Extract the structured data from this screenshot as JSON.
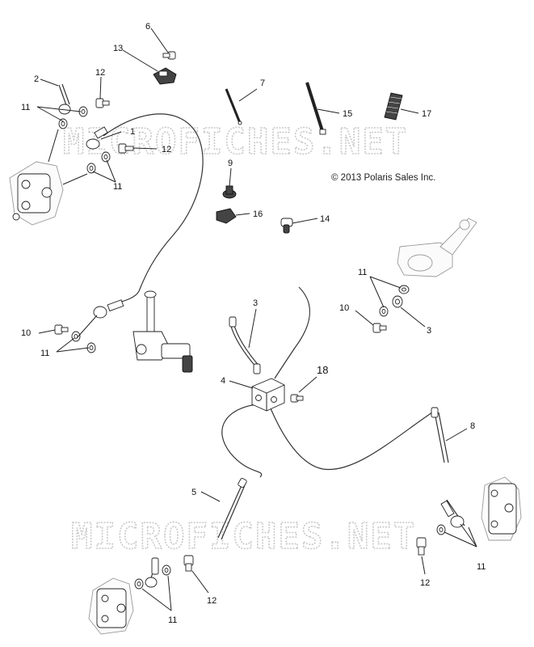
{
  "watermark": {
    "top": "MICROFICHES.NET",
    "bottom": "MICROFICHES.NET"
  },
  "copyright": "© 2013 Polaris Sales Inc.",
  "callouts": {
    "c1": "1",
    "c2": "2",
    "c3a": "3",
    "c3b": "3",
    "c4": "4",
    "c5": "5",
    "c6": "6",
    "c7": "7",
    "c8": "8",
    "c9": "9",
    "c10a": "10",
    "c10b": "10",
    "c11a": "11",
    "c11b": "11",
    "c11c": "11",
    "c11d": "11",
    "c11e": "11",
    "c11f": "11",
    "c12a": "12",
    "c12b": "12",
    "c12c": "12",
    "c12d": "12",
    "c13": "13",
    "c14": "14",
    "c15": "15",
    "c16": "16",
    "c17": "17",
    "c18": "18"
  }
}
